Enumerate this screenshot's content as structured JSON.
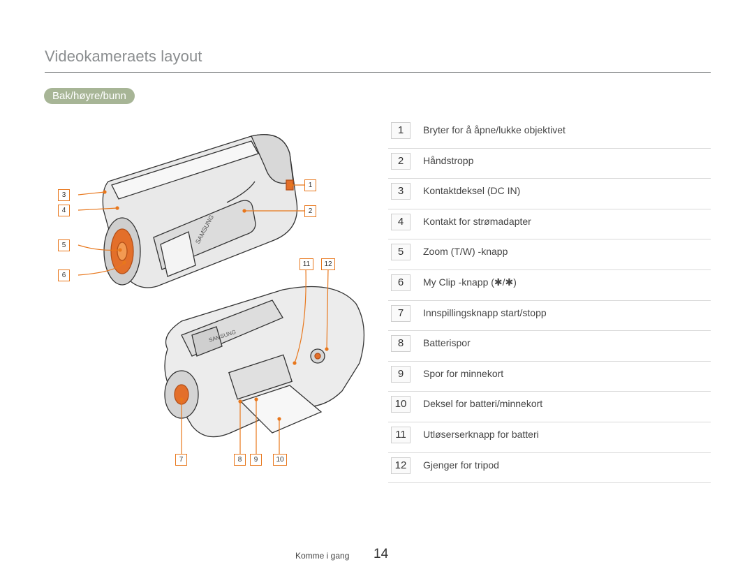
{
  "page": {
    "title": "Videokameraets layout",
    "section": "Bak/høyre/bunn"
  },
  "figure": {
    "callouts": [
      "1",
      "2",
      "3",
      "4",
      "5",
      "6",
      "7",
      "8",
      "9",
      "10",
      "11",
      "12"
    ],
    "logo_text": "SAMSUNG"
  },
  "legend": [
    {
      "num": "1",
      "text": "Bryter for å åpne/lukke objektivet"
    },
    {
      "num": "2",
      "text": "Håndstropp"
    },
    {
      "num": "3",
      "text": "Kontaktdeksel (DC IN)"
    },
    {
      "num": "4",
      "text": "Kontakt for strømadapter"
    },
    {
      "num": "5",
      "text": "Zoom (T/W) -knapp"
    },
    {
      "num": "6",
      "text": "My Clip -knapp (✱/✱)"
    },
    {
      "num": "7",
      "text": "Innspillingsknapp start/stopp"
    },
    {
      "num": "8",
      "text": "Batterispor"
    },
    {
      "num": "9",
      "text": "Spor for minnekort"
    },
    {
      "num": "10",
      "text": "Deksel for batteri/minnekort"
    },
    {
      "num": "11",
      "text": "Utløserserknapp for batteri"
    },
    {
      "num": "12",
      "text": "Gjenger for tripod"
    }
  ],
  "footer": {
    "label": "Komme i gang",
    "page_number": "14"
  },
  "colors": {
    "accent": "#e8771c",
    "pill": "#a7b596",
    "title": "#8a8d8f"
  }
}
